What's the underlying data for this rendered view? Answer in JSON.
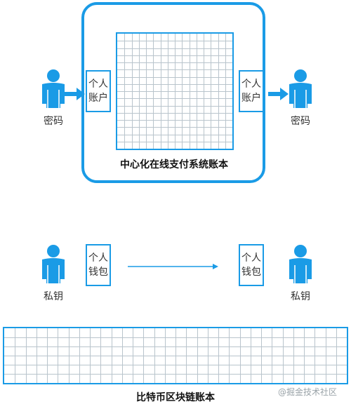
{
  "top_diagram": {
    "ledger_caption": "中心化在线支付系统账本",
    "left_user_label": "密码",
    "right_user_label": "密码",
    "left_account": [
      "个人",
      "账户"
    ],
    "right_account": [
      "个人",
      "账户"
    ]
  },
  "bottom_diagram": {
    "ledger_caption": "比特币区块链账本",
    "left_user_label": "私钥",
    "right_user_label": "私钥",
    "left_wallet": [
      "个人",
      "钱包"
    ],
    "right_wallet": [
      "个人",
      "钱包"
    ]
  },
  "watermark": "@掘金技术社区",
  "colors": {
    "accent": "#1a9be6",
    "grid": "#b9c4cc"
  }
}
